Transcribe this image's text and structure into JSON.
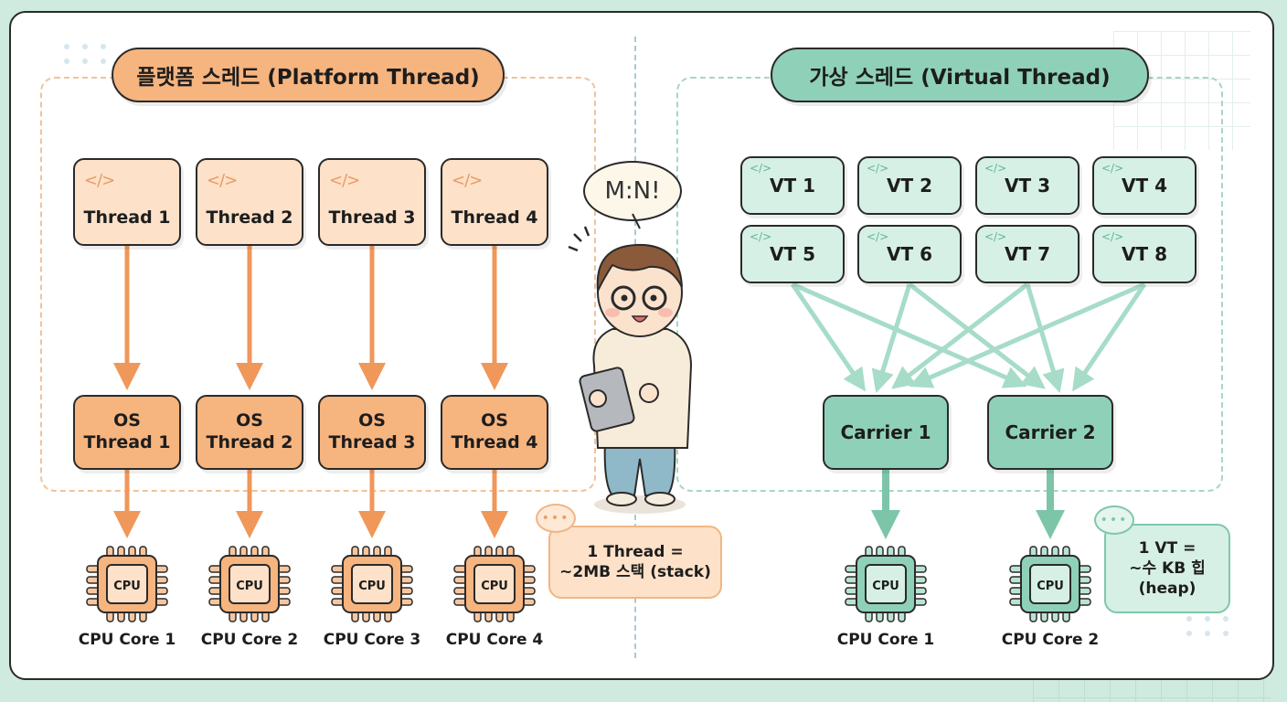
{
  "platform": {
    "title": "플랫폼 스레드 (Platform Thread)",
    "code_icon": "</>",
    "threads": [
      "Thread 1",
      "Thread 2",
      "Thread 3",
      "Thread 4"
    ],
    "os_threads": [
      {
        "line1": "OS",
        "line2": "Thread 1"
      },
      {
        "line1": "OS",
        "line2": "Thread 2"
      },
      {
        "line1": "OS",
        "line2": "Thread 3"
      },
      {
        "line1": "OS",
        "line2": "Thread 4"
      }
    ],
    "cpus": [
      "CPU Core 1",
      "CPU Core 2",
      "CPU Core 3",
      "CPU Core 4"
    ],
    "note": {
      "line1": "1 Thread =",
      "line2": "~2MB 스택 (stack)"
    },
    "mapping": "1:1"
  },
  "virtual": {
    "title": "가상 스레드 (Virtual Thread)",
    "code_icon": "</>",
    "vts": [
      "VT 1",
      "VT 2",
      "VT 3",
      "VT 4",
      "VT 5",
      "VT 6",
      "VT 7",
      "VT 8"
    ],
    "carriers": [
      "Carrier 1",
      "Carrier 2"
    ],
    "cpus": [
      "CPU Core 1",
      "CPU Core 2"
    ],
    "note": {
      "line1": "1 VT =",
      "line2": "~수 KB 힙",
      "line3": "(heap)"
    },
    "edges": [
      [
        5,
        1
      ],
      [
        5,
        2
      ],
      [
        6,
        1
      ],
      [
        6,
        2
      ],
      [
        7,
        1
      ],
      [
        7,
        2
      ],
      [
        8,
        1
      ],
      [
        8,
        2
      ]
    ]
  },
  "mascot": {
    "speech": "M:N!"
  },
  "cpu_chip_label": "CPU",
  "ellipsis": "•••",
  "colors": {
    "platform_accent": "#f6b47f",
    "platform_light": "#fde1c8",
    "platform_arrow": "#f0975a",
    "virtual_accent": "#8fd1b8",
    "virtual_light": "#d6f0e5",
    "virtual_arrow": "#a6dcc8",
    "virtual_arrow_strong": "#7cc5a8"
  }
}
